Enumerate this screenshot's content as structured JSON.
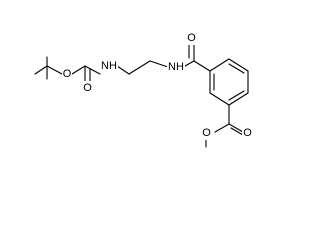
{
  "atoms": {
    "o_ester_boc": "O",
    "o_carbonyl_boc": "O",
    "n_carbamate": "NH",
    "n_amide": "NH",
    "o_amide": "O",
    "o_ester_methyl": "O",
    "o_carbonyl_methyl": "O"
  },
  "colors": {
    "bond": "#000000",
    "background": "#ffffff"
  }
}
